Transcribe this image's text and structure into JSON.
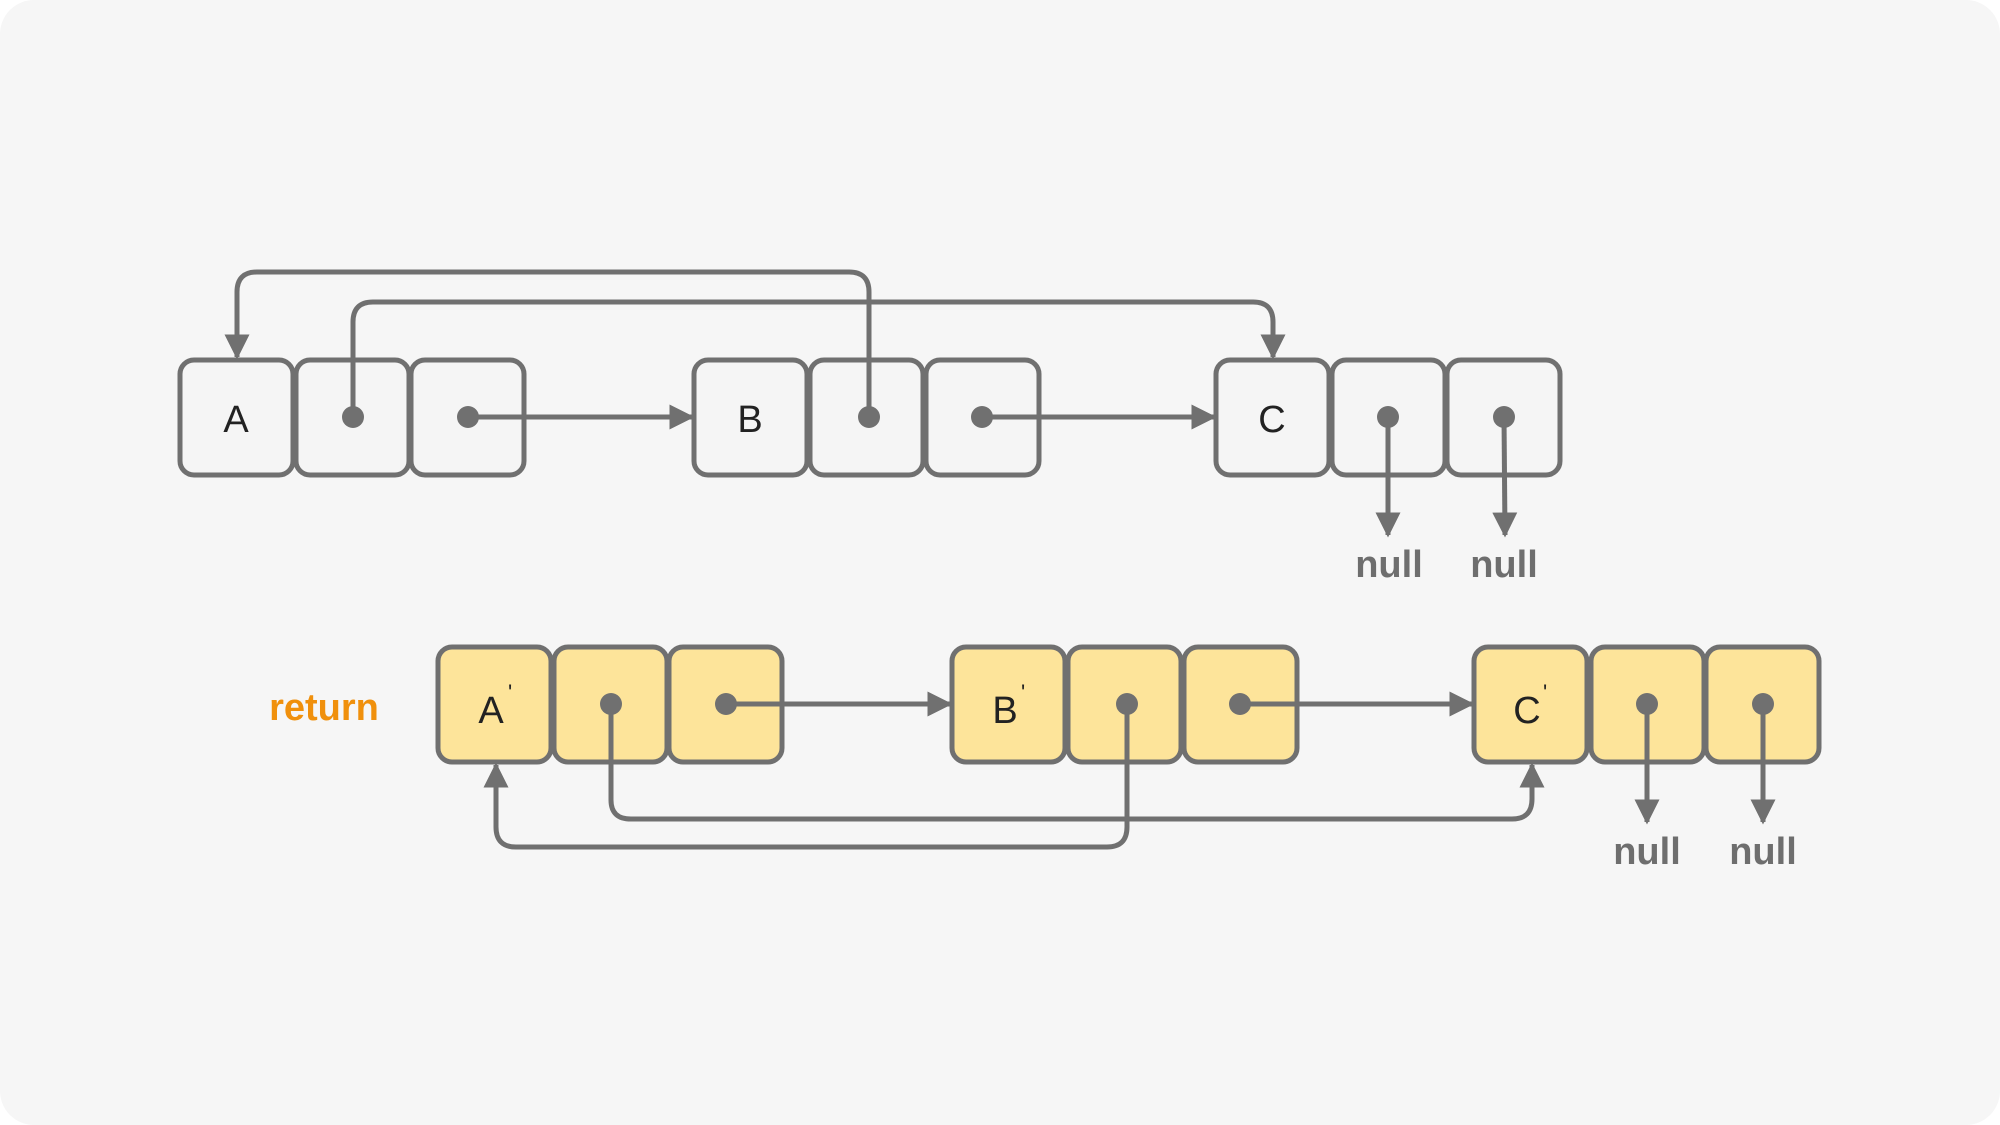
{
  "colors": {
    "background": "#f6f6f6",
    "stroke": "#707070",
    "original_fill": "#f5f5f5",
    "copy_fill": "#fde49a",
    "return_text": "#f0900c"
  },
  "original_list": {
    "nodes": [
      {
        "label": "A",
        "prime": ""
      },
      {
        "label": "B",
        "prime": ""
      },
      {
        "label": "C",
        "prime": ""
      }
    ],
    "null_labels": [
      "null",
      "null"
    ]
  },
  "copied_list": {
    "return_label": "return",
    "nodes": [
      {
        "label": "A",
        "prime": "'"
      },
      {
        "label": "B",
        "prime": "'"
      },
      {
        "label": "C",
        "prime": "'"
      }
    ],
    "null_labels": [
      "null",
      "null"
    ]
  }
}
